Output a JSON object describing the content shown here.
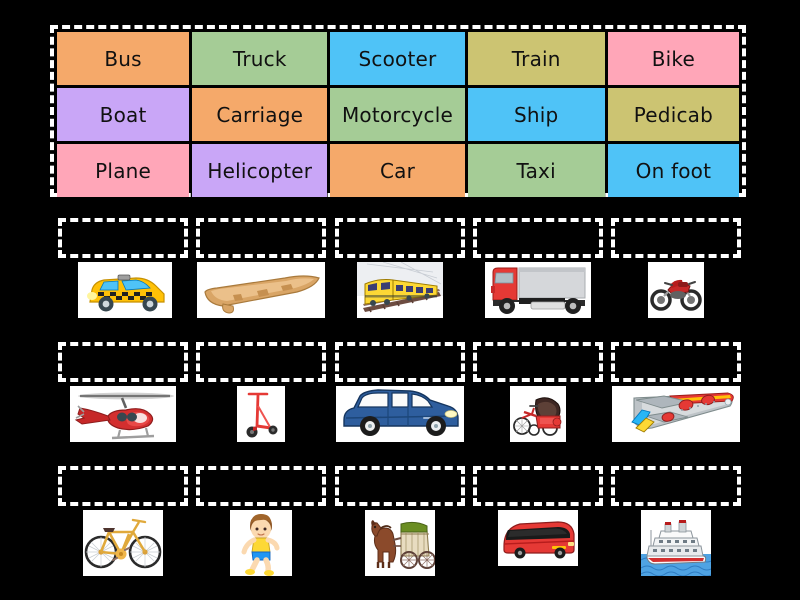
{
  "background_color": "#000000",
  "word_bank": {
    "border_style": "white-dashed",
    "rows": [
      [
        {
          "label": "Bus",
          "color": "#F5A96A"
        },
        {
          "label": "Truck",
          "color": "#A5CC96"
        },
        {
          "label": "Scooter",
          "color": "#4FC3F7"
        },
        {
          "label": "Train",
          "color": "#CCC472"
        },
        {
          "label": "Bike",
          "color": "#FFA6B8"
        }
      ],
      [
        {
          "label": "Boat",
          "color": "#C9A6F7"
        },
        {
          "label": "Carriage",
          "color": "#F5A96A"
        },
        {
          "label": "Motorcycle",
          "color": "#A5CC96"
        },
        {
          "label": "Ship",
          "color": "#4FC3F7"
        },
        {
          "label": "Pedicab",
          "color": "#CCC472"
        }
      ],
      [
        {
          "label": "Plane",
          "color": "#FFA6B8"
        },
        {
          "label": "Helicopter",
          "color": "#C9A6F7"
        },
        {
          "label": "Car",
          "color": "#F5A96A"
        },
        {
          "label": "Taxi",
          "color": "#A5CC96"
        },
        {
          "label": "On foot",
          "color": "#4FC3F7"
        }
      ]
    ]
  },
  "answer_grid": {
    "drop_zone_value": "",
    "rows": [
      [
        {
          "icon": "taxi-image",
          "answer": ""
        },
        {
          "icon": "canoe-boat-image",
          "answer": ""
        },
        {
          "icon": "train-image",
          "answer": ""
        },
        {
          "icon": "truck-image",
          "answer": ""
        },
        {
          "icon": "motorcycle-image",
          "answer": ""
        }
      ],
      [
        {
          "icon": "helicopter-image",
          "answer": ""
        },
        {
          "icon": "scooter-image",
          "answer": ""
        },
        {
          "icon": "car-image",
          "answer": ""
        },
        {
          "icon": "pedicab-image",
          "answer": ""
        },
        {
          "icon": "airplane-image",
          "answer": ""
        }
      ],
      [
        {
          "icon": "bicycle-image",
          "answer": ""
        },
        {
          "icon": "walking-person-image",
          "answer": ""
        },
        {
          "icon": "horse-carriage-image",
          "answer": ""
        },
        {
          "icon": "bus-image",
          "answer": ""
        },
        {
          "icon": "cruise-ship-image",
          "answer": ""
        }
      ]
    ]
  }
}
